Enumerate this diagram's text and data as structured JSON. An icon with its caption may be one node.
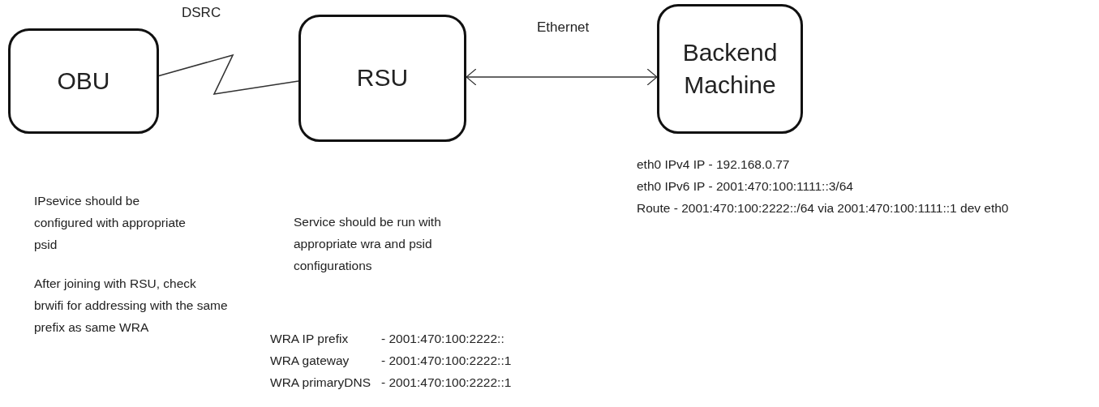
{
  "diagram": {
    "nodes": [
      {
        "text": [
          "OBU"
        ]
      },
      {
        "text": [
          "RSU"
        ]
      },
      {
        "text": [
          "Backend Machine"
        ]
      }
    ],
    "edges": [
      {
        "from": 0,
        "to": 1,
        "arrow": "none",
        "label": "DSRC"
      },
      {
        "from": 1,
        "to": 2,
        "arrow": "both",
        "label": "Ethernet"
      }
    ],
    "labels": [
      "IPsevice should be configured with appropriate psid",
      "After joining with RSU, check brwifi for addressing with the same prefix as same WRA",
      "Service should be run with appropriate wra and psid configurations",
      "WRA IP prefix",
      "- 2001:470:100:2222::",
      "WRA gateway",
      "- 2001:470:100:2222::1",
      "WRA primaryDNS",
      "- 2001:470:100:2222::1",
      "eth0 IPv4 IP  -  192.168.0.77",
      "eth0 IPv6 IP - 2001:470:100:1111::3/64",
      "Route - 2001:470:100:2222::/64 via 2001:470:100:1111::1 dev eth0"
    ]
  }
}
